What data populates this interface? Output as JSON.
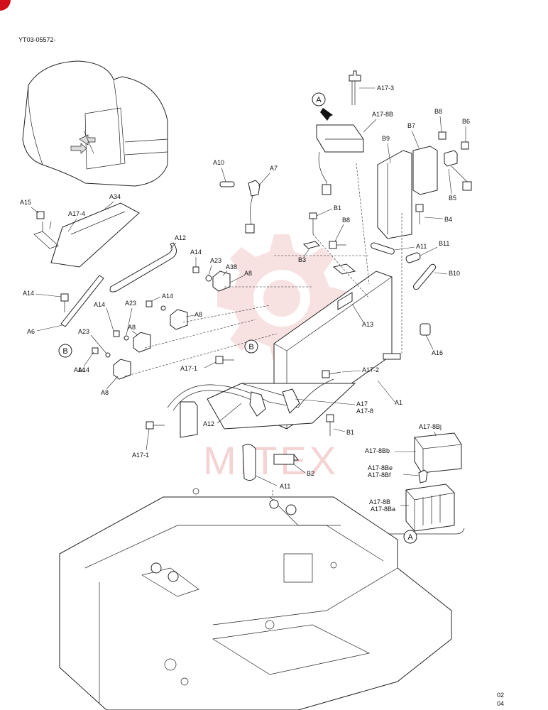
{
  "header": {
    "diagram_code": "YT03-05572-"
  },
  "footer": {
    "page_line1": "02",
    "page_line2": "04"
  },
  "watermark": {
    "text": "MITEX",
    "color": "#e8a0a0",
    "logo_color": "#f3c9c9"
  },
  "corner_mark_color": "#d0101a",
  "detail_view": {
    "marker": "A"
  },
  "callouts": {
    "circle_A_top": "A",
    "circle_A_detail": "A",
    "circle_B_left": "B",
    "circle_B_center": "B"
  },
  "labels": {
    "A17_3": "A17-3",
    "A17_8B_top": "A17-8B",
    "B8_top": "B8",
    "B6": "B6",
    "B7": "B7",
    "B9": "B9",
    "B5": "B5",
    "B4": "B4",
    "A10": "A10",
    "A7": "A7",
    "A34": "A34",
    "A15": "A15",
    "A17_4": "A17-4",
    "B1_top": "B1",
    "B8_mid": "B8",
    "B3": "B3",
    "A11_top": "A11",
    "B11": "B11",
    "B10": "B10",
    "A12_top": "A12",
    "A14_1": "A14",
    "A23_1": "A23",
    "A38": "A38",
    "A8_1": "A8",
    "A14_2": "A14",
    "A14_3": "A14",
    "A23_2": "A23",
    "A8_2": "A8",
    "A14_4": "A14",
    "A6": "A6",
    "A14_5": "A14",
    "A8_3": "A8",
    "A23_3": "A23",
    "A14_6": "A14",
    "A8_4": "A8",
    "A13": "A13",
    "A16": "A16",
    "A17_1_top": "A17-1",
    "A17_2": "A17-2",
    "A1": "A1",
    "A17": "A17",
    "A17_8": "A17-8",
    "A12_bottom": "A12",
    "A17_1_bottom": "A17-1",
    "B1_bottom": "B1",
    "B2": "B2",
    "A11_bottom": "A11",
    "A17_8Bj": "A17-8Bj",
    "A17_8Bb": "A17-8Bb",
    "A17_8Be": "A17-8Be",
    "A17_8Bf": "A17-8Bf",
    "A17_8B_detail": "A17-8B",
    "A17_8Ba": "A17-8Ba"
  }
}
